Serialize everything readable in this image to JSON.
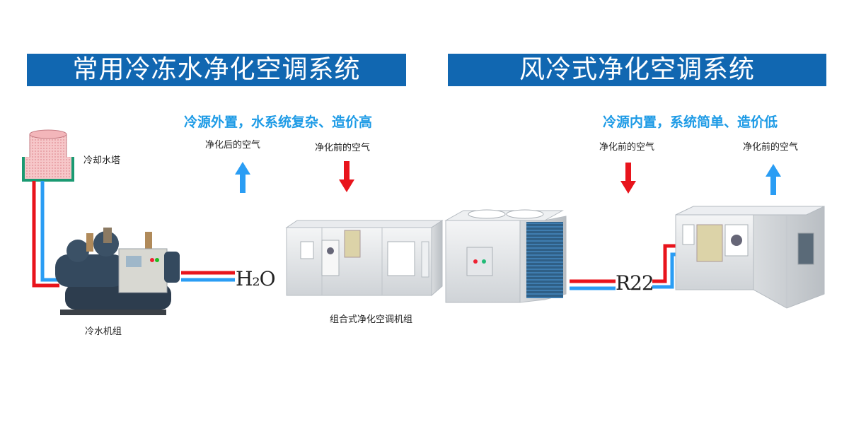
{
  "left": {
    "title": "常用冷冻水净化空调系统",
    "tagline": "冷源外置，水系统复杂、造价高",
    "air_after": "净化后的空气",
    "air_before": "净化前的空气",
    "cooling_tower": "冷却水塔",
    "chiller": "冷水机组",
    "medium": "H₂O",
    "ahu": "组合式净化空调机组"
  },
  "right": {
    "title": "风冷式净化空调系统",
    "tagline": "冷源内置，系统简单、造价低",
    "air_before": "净化前的空气",
    "air_after": "净化前的空气",
    "medium": "R22"
  },
  "colors": {
    "banner": "#1167b1",
    "tagline": "#1e9be6",
    "supply_arrow": "#2a9df4",
    "return_arrow": "#e8141c",
    "hot_pipe": "#e8141c",
    "cold_pipe": "#2a9df4"
  }
}
